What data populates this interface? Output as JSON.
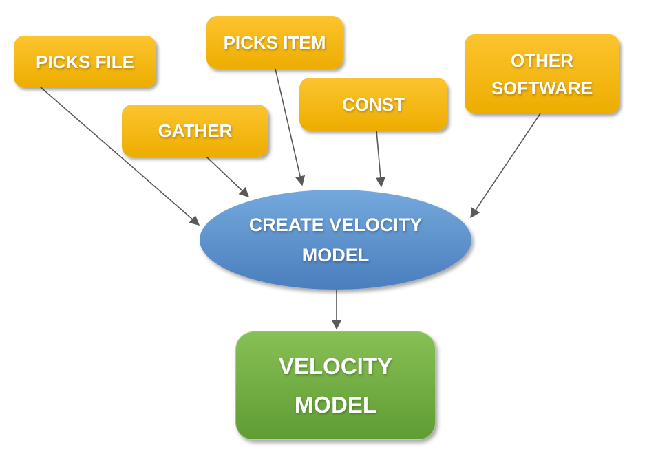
{
  "theme": {
    "canvas-bg": "#ffffff",
    "yellow-top": "#FCC42F",
    "yellow-bottom": "#EDAD00",
    "blue-top": "#74A9DD",
    "blue-bottom": "#4A7EBD",
    "green-top": "#87C055",
    "green-bottom": "#5F9C33",
    "arrow-color": "#595959",
    "node-text-color": "#FFFFFF"
  },
  "diagram": {
    "nodes": {
      "picks_file": {
        "label": "PICKS FILE"
      },
      "picks_item": {
        "label": "PICKS ITEM"
      },
      "gather": {
        "label": "GATHER"
      },
      "const": {
        "label": "CONST"
      },
      "other_software": {
        "line1": "OTHER",
        "line2": "SOFTWARE"
      },
      "create_velocity_model": {
        "line1": "CREATE VELOCITY",
        "line2": "MODEL"
      },
      "velocity_model": {
        "line1": "VELOCITY",
        "line2": "MODEL"
      }
    },
    "edges": [
      {
        "from": "picks_file",
        "to": "create_velocity_model"
      },
      {
        "from": "gather",
        "to": "create_velocity_model"
      },
      {
        "from": "picks_item",
        "to": "create_velocity_model"
      },
      {
        "from": "const",
        "to": "create_velocity_model"
      },
      {
        "from": "other_software",
        "to": "create_velocity_model"
      },
      {
        "from": "create_velocity_model",
        "to": "velocity_model"
      }
    ]
  }
}
